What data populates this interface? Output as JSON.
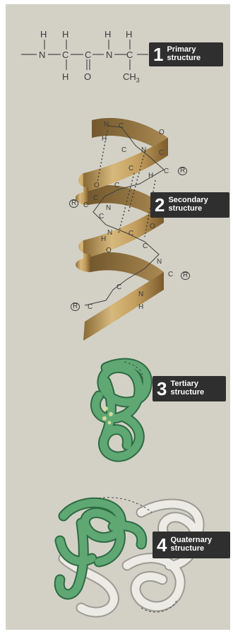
{
  "levels": [
    {
      "number": "1",
      "line1": "Primary",
      "line2": "structure"
    },
    {
      "number": "2",
      "line1": "Secondary",
      "line2": "structure"
    },
    {
      "number": "3",
      "line1": "Tertiary",
      "line2": "structure"
    },
    {
      "number": "4",
      "line1": "Quaternary",
      "line2": "structure"
    }
  ],
  "primary_chain": {
    "backbone": [
      "N",
      "C",
      "C",
      "N",
      "C"
    ],
    "top_atoms": [
      "H",
      "H",
      "H",
      "H"
    ],
    "bottom_atoms": [
      "H",
      "O",
      "CH3"
    ]
  },
  "helix_atoms": {
    "N": "N",
    "C": "C",
    "O": "O",
    "H": "H",
    "R": "R"
  },
  "colors": {
    "background": "#d3d1c6",
    "label_box": "#2f2f2f",
    "helix_ribbon": "#b8955a",
    "tertiary_green": "#5fa874",
    "quaternary_white": "#ecebe6"
  }
}
